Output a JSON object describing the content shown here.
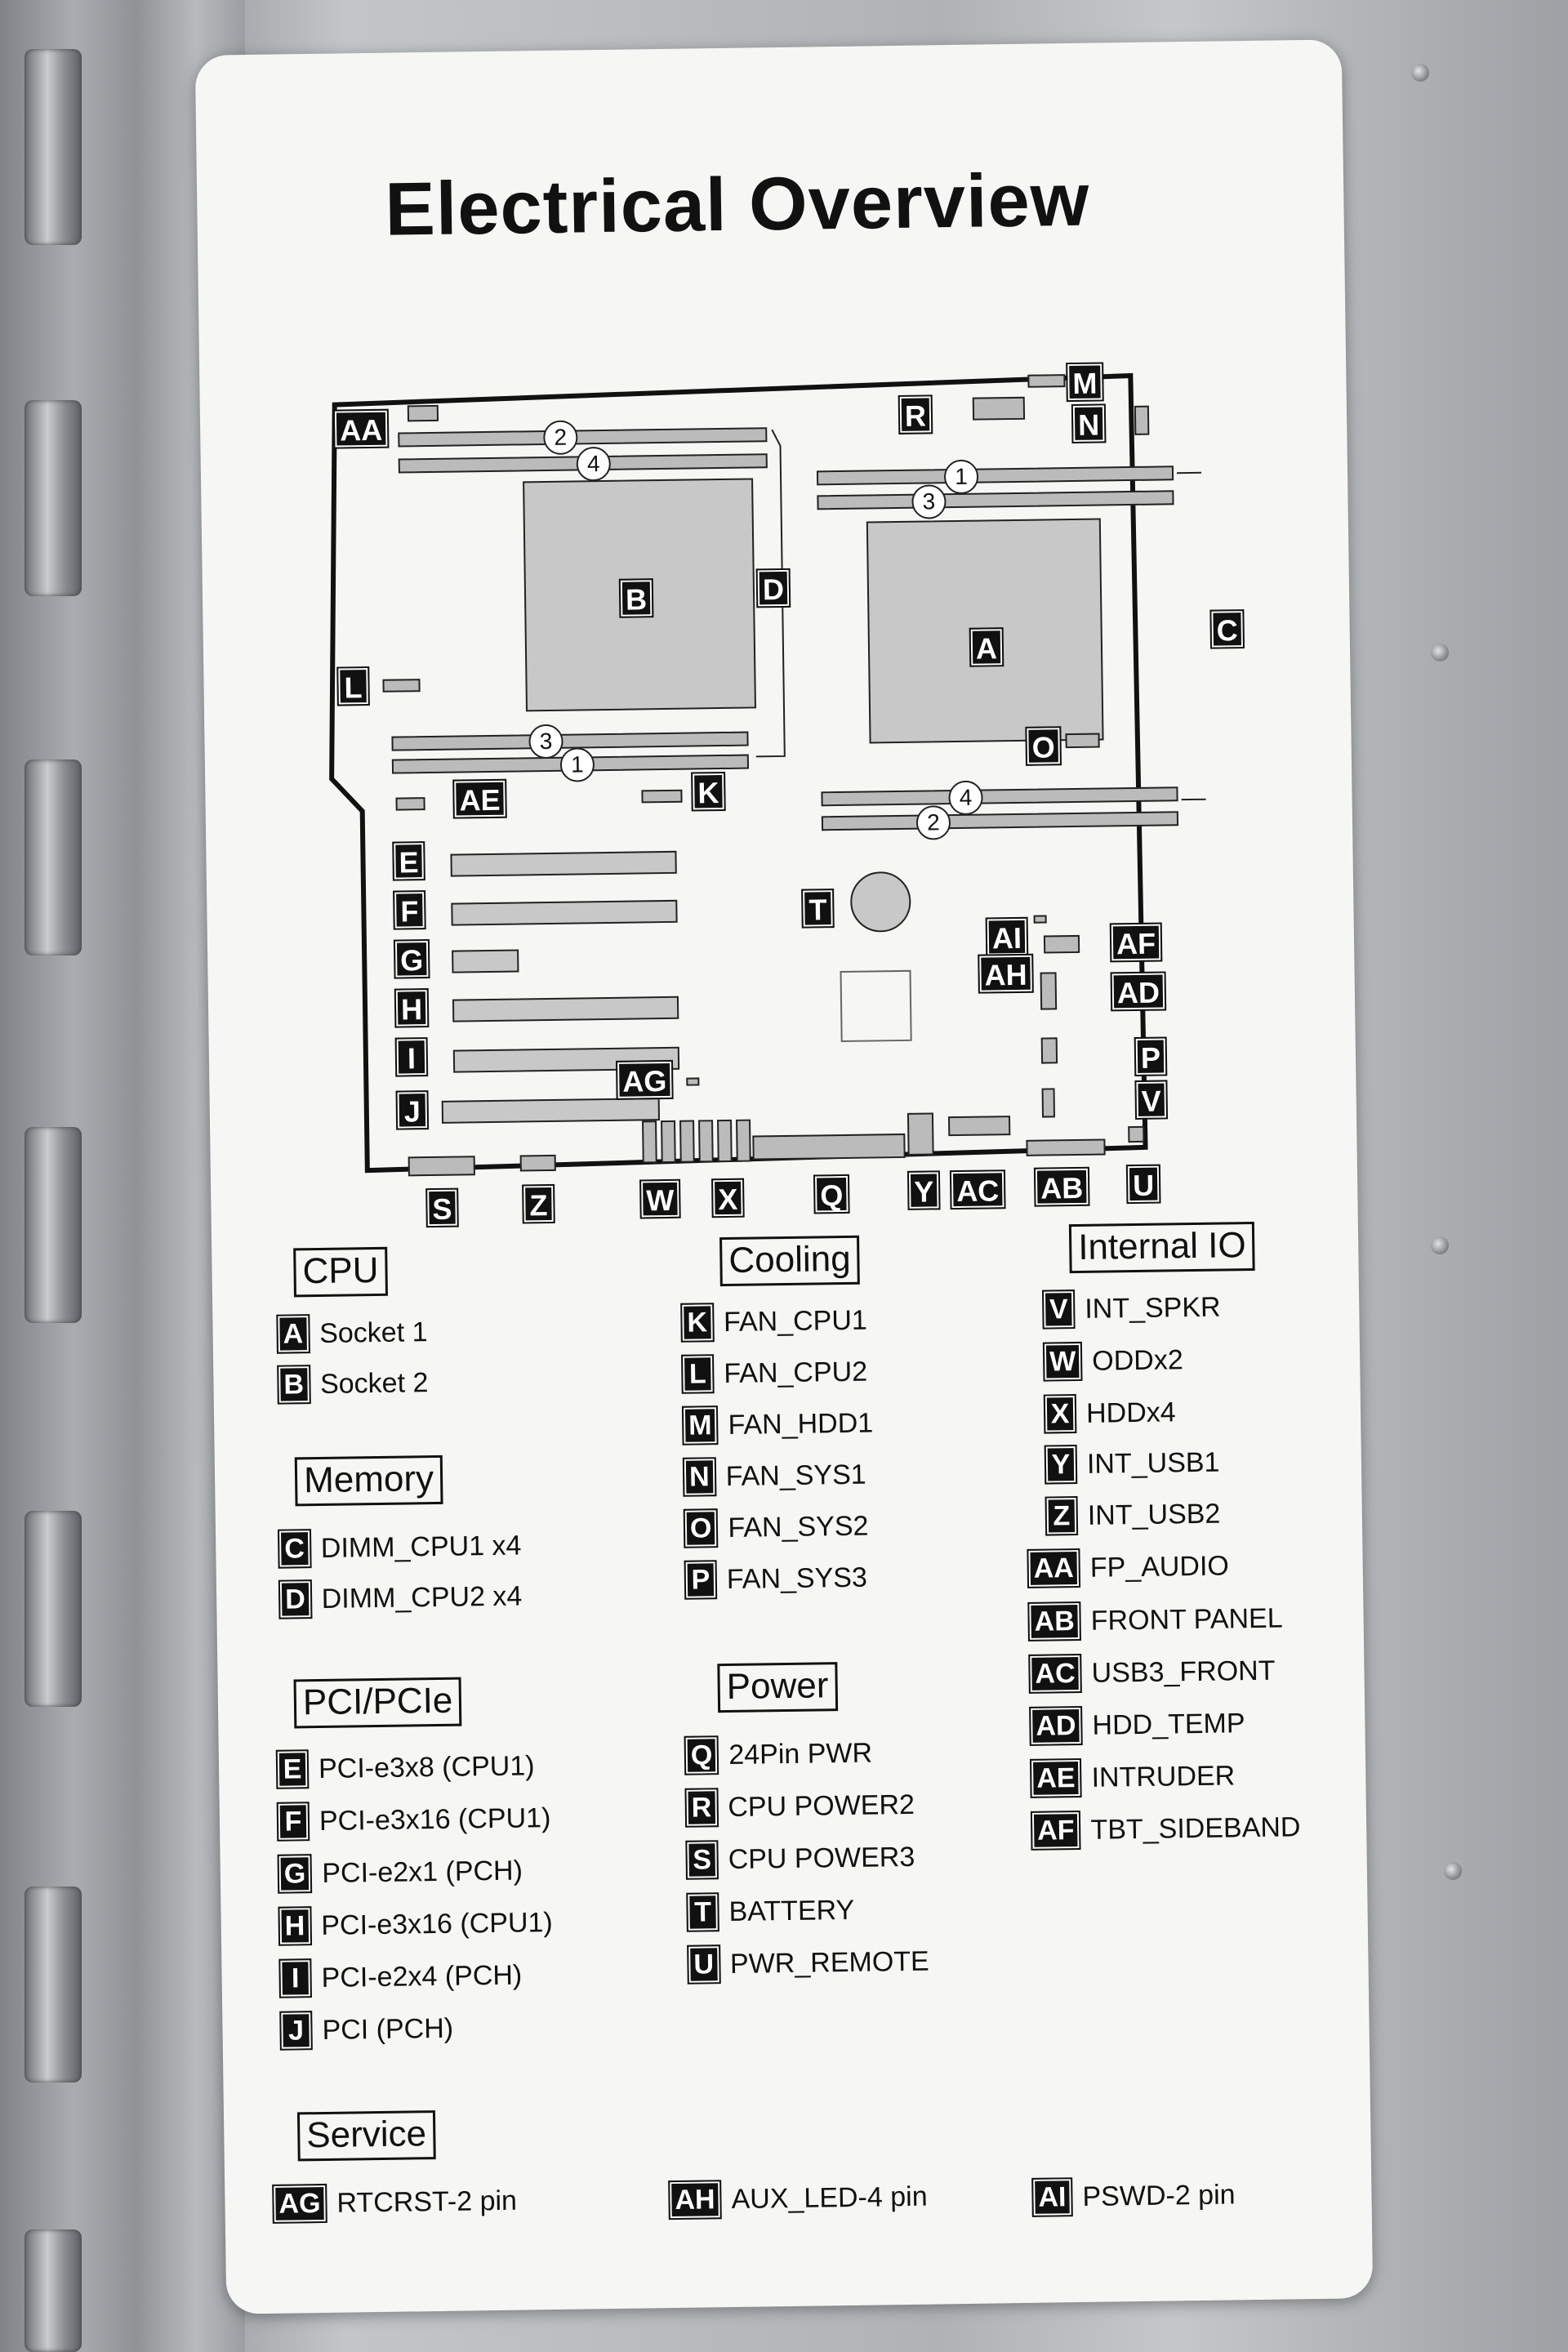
{
  "title": "Electrical Overview",
  "board_labels": {
    "a": "A",
    "b": "B",
    "c": "C",
    "d": "D",
    "e": "E",
    "f": "F",
    "g": "G",
    "h": "H",
    "i": "I",
    "j": "J",
    "k": "K",
    "l": "L",
    "m": "M",
    "n": "N",
    "o": "O",
    "p": "P",
    "q": "Q",
    "r": "R",
    "s": "S",
    "t": "T",
    "u": "U",
    "v": "V",
    "w": "W",
    "x": "X",
    "y": "Y",
    "z": "Z",
    "aa": "AA",
    "ab": "AB",
    "ac": "AC",
    "ad": "AD",
    "ae": "AE",
    "af": "AF",
    "ag": "AG",
    "ah": "AH",
    "ai": "AI"
  },
  "dimm_numbers": {
    "one": "1",
    "two": "2",
    "three": "3",
    "four": "4"
  },
  "legend": {
    "cpu": {
      "heading": "CPU",
      "items": [
        {
          "key": "A",
          "text": "Socket 1"
        },
        {
          "key": "B",
          "text": "Socket 2"
        }
      ]
    },
    "memory": {
      "heading": "Memory",
      "items": [
        {
          "key": "C",
          "text": "DIMM_CPU1 x4"
        },
        {
          "key": "D",
          "text": "DIMM_CPU2 x4"
        }
      ]
    },
    "pci": {
      "heading": "PCI/PCIe",
      "items": [
        {
          "key": "E",
          "text": "PCI-e3x8 (CPU1)"
        },
        {
          "key": "F",
          "text": "PCI-e3x16 (CPU1)"
        },
        {
          "key": "G",
          "text": "PCI-e2x1 (PCH)"
        },
        {
          "key": "H",
          "text": "PCI-e3x16 (CPU1)"
        },
        {
          "key": "I",
          "text": "PCI-e2x4 (PCH)"
        },
        {
          "key": "J",
          "text": "PCI (PCH)"
        }
      ]
    },
    "cooling": {
      "heading": "Cooling",
      "items": [
        {
          "key": "K",
          "text": "FAN_CPU1"
        },
        {
          "key": "L",
          "text": "FAN_CPU2"
        },
        {
          "key": "M",
          "text": "FAN_HDD1"
        },
        {
          "key": "N",
          "text": "FAN_SYS1"
        },
        {
          "key": "O",
          "text": "FAN_SYS2"
        },
        {
          "key": "P",
          "text": "FAN_SYS3"
        }
      ]
    },
    "power": {
      "heading": "Power",
      "items": [
        {
          "key": "Q",
          "text": "24Pin PWR"
        },
        {
          "key": "R",
          "text": "CPU POWER2"
        },
        {
          "key": "S",
          "text": "CPU POWER3"
        },
        {
          "key": "T",
          "text": "BATTERY"
        },
        {
          "key": "U",
          "text": "PWR_REMOTE"
        }
      ]
    },
    "internal_io": {
      "heading": "Internal IO",
      "items": [
        {
          "key": "V",
          "text": "INT_SPKR"
        },
        {
          "key": "W",
          "text": "ODDx2"
        },
        {
          "key": "X",
          "text": "HDDx4"
        },
        {
          "key": "Y",
          "text": "INT_USB1"
        },
        {
          "key": "Z",
          "text": "INT_USB2"
        },
        {
          "key": "AA",
          "text": "FP_AUDIO"
        },
        {
          "key": "AB",
          "text": "FRONT PANEL"
        },
        {
          "key": "AC",
          "text": "USB3_FRONT"
        },
        {
          "key": "AD",
          "text": "HDD_TEMP"
        },
        {
          "key": "AE",
          "text": "INTRUDER"
        },
        {
          "key": "AF",
          "text": "TBT_SIDEBAND"
        }
      ]
    },
    "service": {
      "heading": "Service",
      "items": [
        {
          "key": "AG",
          "text": "RTCRST-2 pin"
        },
        {
          "key": "AH",
          "text": "AUX_LED-4 pin"
        },
        {
          "key": "AI",
          "text": "PSWD-2 pin"
        }
      ]
    }
  }
}
